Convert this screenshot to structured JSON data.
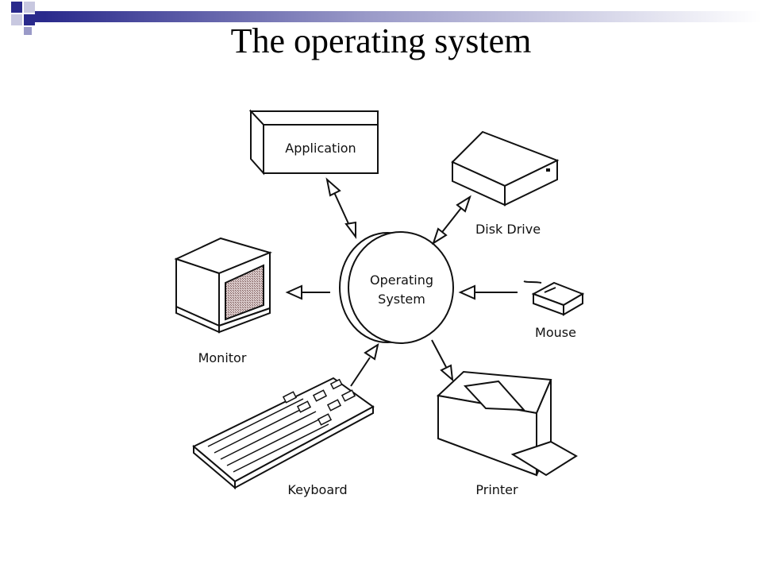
{
  "slide": {
    "title": "The operating system",
    "accent_color": "#2a2a8c"
  },
  "diagram": {
    "center_label_line1": "Operating",
    "center_label_line2": "System",
    "nodes": {
      "application": "Application",
      "disk_drive": "Disk Drive",
      "mouse": "Mouse",
      "printer": "Printer",
      "keyboard": "Keyboard",
      "monitor": "Monitor"
    },
    "edges": [
      {
        "from": "application",
        "to": "os",
        "direction": "both"
      },
      {
        "from": "disk_drive",
        "to": "os",
        "direction": "both"
      },
      {
        "from": "mouse",
        "to": "os",
        "direction": "to-os"
      },
      {
        "from": "os",
        "to": "printer",
        "direction": "from-os"
      },
      {
        "from": "keyboard",
        "to": "os",
        "direction": "to-os"
      },
      {
        "from": "os",
        "to": "monitor",
        "direction": "from-os"
      }
    ]
  }
}
